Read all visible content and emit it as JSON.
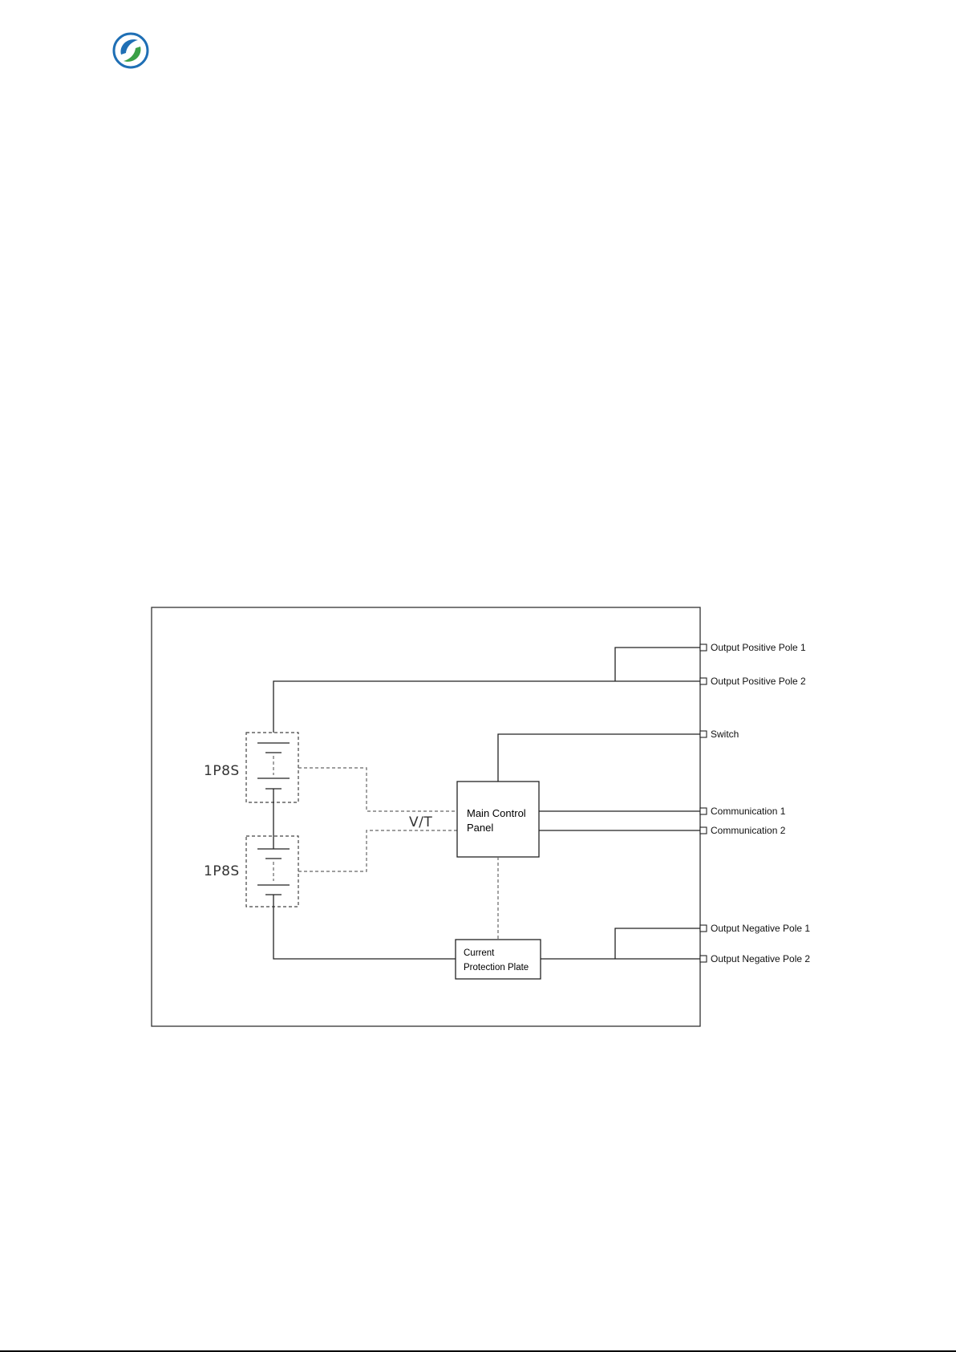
{
  "logo": {
    "icon": "leaf-swirl-logo-icon",
    "colors": [
      "#1f6fb5",
      "#3aa047"
    ]
  },
  "diagram": {
    "modules": [
      {
        "label": "1P8S"
      },
      {
        "label": "1P8S"
      }
    ],
    "vt_label": "V/T",
    "main_control": {
      "line1": "Main Control",
      "line2": "Panel"
    },
    "current_protection": {
      "line1": "Current",
      "line2": "Protection Plate"
    },
    "terminals": {
      "pos1": "Output Positive Pole 1",
      "pos2": "Output Positive Pole 2",
      "switch": "Switch",
      "comm1": "Communication 1",
      "comm2": "Communication 2",
      "neg1": "Output Negative Pole 1",
      "neg2": "Output Negative Pole 2"
    }
  }
}
